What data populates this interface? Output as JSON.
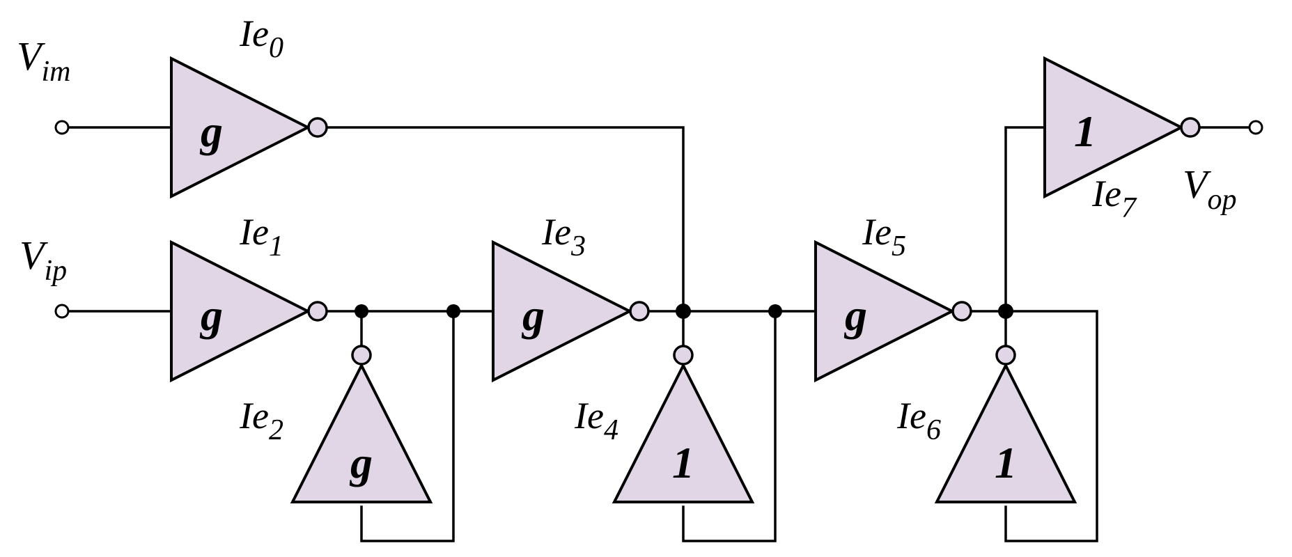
{
  "inputs": {
    "vim": {
      "main": "V",
      "sub": "im"
    },
    "vip": {
      "main": "V",
      "sub": "ip"
    }
  },
  "output": {
    "main": "V",
    "sub": "op"
  },
  "amplifiers": [
    {
      "id": "0",
      "main": "Ie",
      "sub": "0",
      "gain": "g"
    },
    {
      "id": "1",
      "main": "Ie",
      "sub": "1",
      "gain": "g"
    },
    {
      "id": "2",
      "main": "Ie",
      "sub": "2",
      "gain": "g"
    },
    {
      "id": "3",
      "main": "Ie",
      "sub": "3",
      "gain": "g"
    },
    {
      "id": "4",
      "main": "Ie",
      "sub": "4",
      "gain": "1"
    },
    {
      "id": "5",
      "main": "Ie",
      "sub": "5",
      "gain": "g"
    },
    {
      "id": "6",
      "main": "Ie",
      "sub": "6",
      "gain": "1"
    },
    {
      "id": "7",
      "main": "Ie",
      "sub": "7",
      "gain": "1"
    }
  ],
  "colors": {
    "amplifier_fill": "#e0d6e6",
    "line": "#000000",
    "background": "#ffffff"
  }
}
